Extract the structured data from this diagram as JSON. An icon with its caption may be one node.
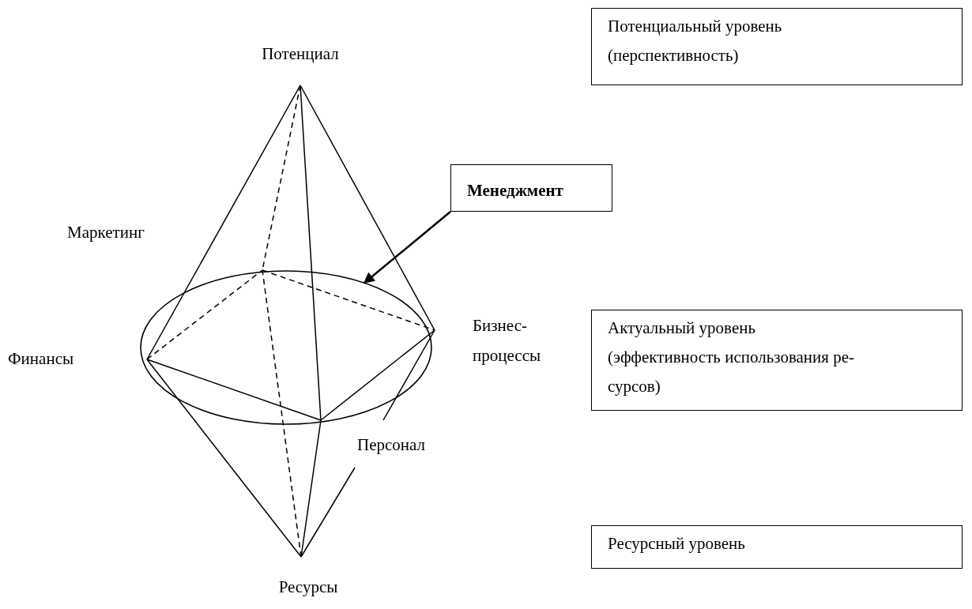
{
  "diagram": {
    "nodes": [
      {
        "text": [
          "Потенциальный уровень",
          "(перспективность)"
        ]
      },
      {
        "text": [
          "Менеджмент"
        ]
      },
      {
        "text": [],
        "shape": "ellipse"
      },
      {
        "text": [
          "Актуальный уровень",
          "(эффективность использования ре- сурсов)"
        ]
      },
      {
        "text": [
          "Ресурсный уровень"
        ]
      }
    ],
    "edges": [
      {
        "from": 1,
        "to": 2,
        "arrow": "to"
      }
    ],
    "labels": [
      "Потенциал",
      "Маркетинг",
      "Финансы",
      "Бизнес-процессы",
      "Персонал",
      "Ресурсы"
    ]
  }
}
